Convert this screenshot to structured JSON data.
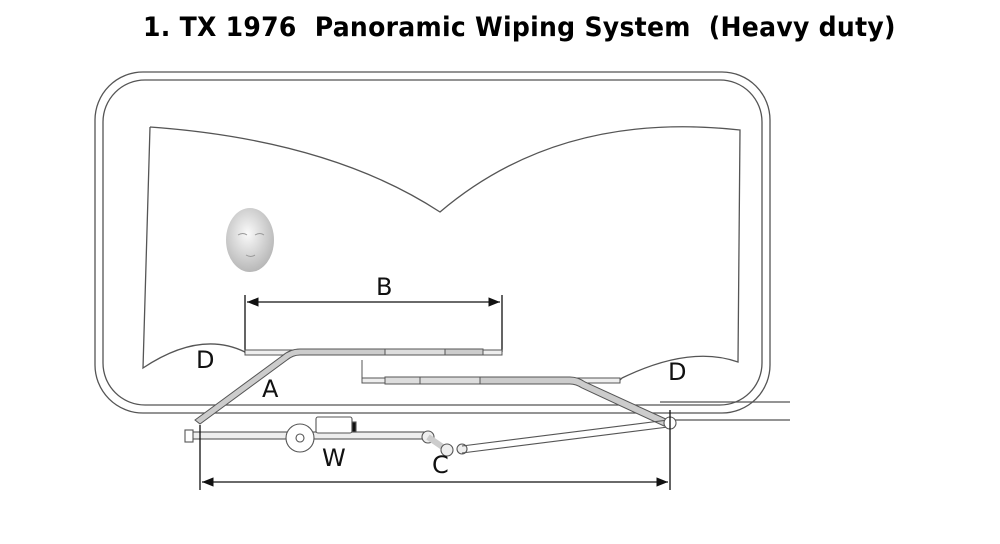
{
  "title": "1. TX 1976  Panoramic Wiping System  (Heavy duty)",
  "diagram": {
    "labels": {
      "A": "A",
      "B": "B",
      "C": "C",
      "D_left": "D",
      "D_right": "D",
      "W": "W"
    }
  }
}
